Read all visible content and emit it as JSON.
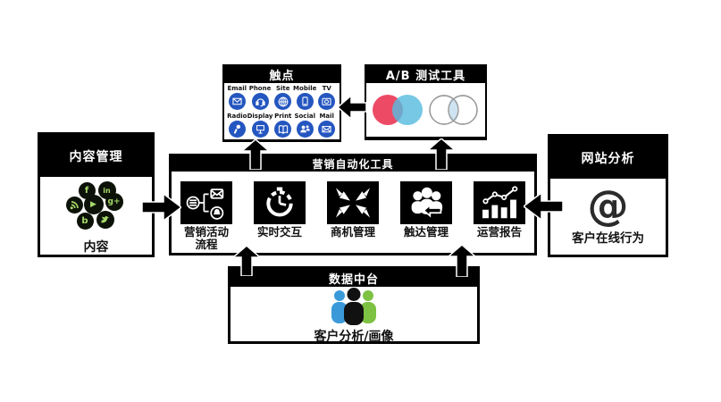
{
  "colors": {
    "accent_blue": "#2456c0",
    "icon_green": "#a6d96a",
    "venn_red": "#ed4a66",
    "venn_blue": "#58bcdf",
    "venn_overlap_light": "#cfe4f2",
    "people_blue": "#3a9ad9",
    "people_green": "#7dc242",
    "box_black": "#000000"
  },
  "touchpoints": {
    "title": "触点",
    "items": [
      {
        "label": "Email",
        "icon": "email-icon"
      },
      {
        "label": "Phone",
        "icon": "phone-icon"
      },
      {
        "label": "Site",
        "icon": "site-icon"
      },
      {
        "label": "Mobile",
        "icon": "mobile-icon"
      },
      {
        "label": "TV",
        "icon": "tv-icon"
      },
      {
        "label": "Radio",
        "icon": "radio-icon"
      },
      {
        "label": "Display",
        "icon": "display-icon"
      },
      {
        "label": "Print",
        "icon": "print-icon"
      },
      {
        "label": "Social",
        "icon": "social-icon"
      },
      {
        "label": "Mail",
        "icon": "mail-icon"
      }
    ]
  },
  "ab_testing": {
    "title": "A/B 测试工具"
  },
  "content_management": {
    "title": "内容管理",
    "caption": "内容",
    "glyphs": {
      "facebook": "f",
      "linkedin": "in",
      "googleplus": "g+",
      "blogger": "b",
      "youtube": "▶"
    }
  },
  "automation": {
    "title": "营销自动化工具",
    "tools": [
      {
        "label": "营销活动流程",
        "icon": "campaign-workflow-icon"
      },
      {
        "label": "实时交互",
        "icon": "realtime-clock-icon"
      },
      {
        "label": "商机管理",
        "icon": "converge-arrows-icon"
      },
      {
        "label": "触达管理",
        "icon": "audience-reach-icon"
      },
      {
        "label": "运营报告",
        "icon": "report-chart-icon"
      }
    ]
  },
  "web_analytics": {
    "title": "网站分析",
    "symbol": "@",
    "caption": "客户在线行为"
  },
  "data_platform": {
    "title": "数据中台",
    "caption": "客户分析/画像"
  }
}
